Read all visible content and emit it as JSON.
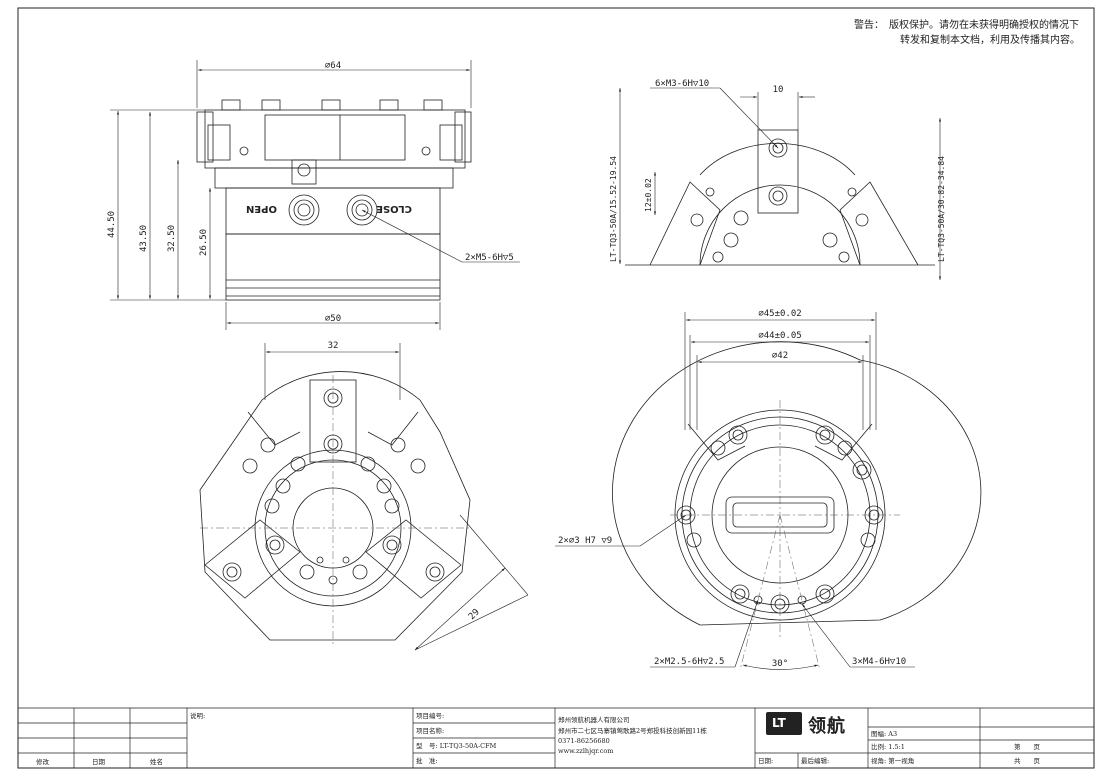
{
  "warning": {
    "line1": "警告：　版权保护。请勿在未获得明确授权的情况下",
    "line2": "转发和复制本文档，利用及传播其内容。"
  },
  "side_view": {
    "dia_top": "∅64",
    "dia_bottom": "∅50",
    "h1": "44.50",
    "h2": "43.50",
    "h3": "32.50",
    "h4": "26.50",
    "open": "OPEN",
    "close": "CLOSE",
    "port_note": "2×M5-6H▽5"
  },
  "jaw_view": {
    "hole_note": "6×M3-6H▽10",
    "width": "10",
    "dim_left": "LT-TQ3-50A/15.52-19.54",
    "dim_small": "12±0.02",
    "dim_right": "LT-TQ3-50A/30.82-34.84"
  },
  "top_view": {
    "width": "32",
    "diag": "29"
  },
  "bottom_view": {
    "d1": "∅45±0.02",
    "d2": "∅44±0.05",
    "d3": "∅42",
    "pin_note": "2×∅3 H7 ▽9",
    "m25_note": "2×M2.5-6H▽2.5",
    "angle": "30°",
    "m4_note": "3×M4-6H▽10"
  },
  "title_block": {
    "left_headers": [
      "修改",
      "日期",
      "姓名"
    ],
    "note_label": "说明:",
    "proj_no_label": "项目编号:",
    "proj_name_label": "项目名称:",
    "model_label": "型　号: LT-TQ3-50A-CFM",
    "approve_label": "批　准:",
    "company_name": "郑州领航机器人有限公司",
    "company_addr": "郑州市二七区马寨镇莺歌路2号郑投科技创新园11栋",
    "company_phone": "0371-86256680",
    "company_web": "www.zzlhjqr.com",
    "logo_mark": "LT",
    "logo_name": "领航",
    "date_label": "日期:",
    "last_edit_label": "最后编辑:",
    "sheet_size": "图幅: A3",
    "scale": "比例: 1.5:1",
    "view": "视角: 第一视角",
    "page_label": "第　　页",
    "total_label": "共　　页"
  }
}
